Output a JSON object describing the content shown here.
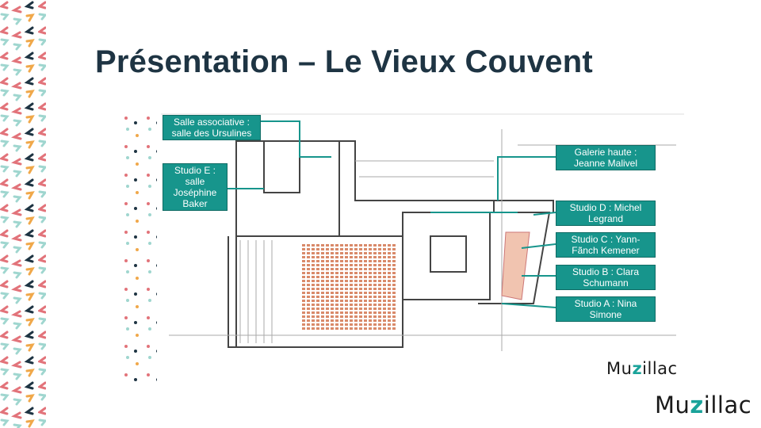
{
  "title": "Présentation – Le Vieux Couvent",
  "labels": {
    "salle_associative": "Salle associative : salle des Ursulines",
    "studio_e": "Studio E : salle Joséphine Baker",
    "galerie": "Galerie haute : Jeanne Malivel",
    "studio_d": "Studio D : Michel Legrand",
    "studio_c": "Studio C : Yann-Fãnch Kemener",
    "studio_b": "Studio B : Clara Schumann",
    "studio_a": "Studio A : Nina Simone"
  },
  "logo": {
    "pre": "Mu",
    "z": "z",
    "post": "illac"
  },
  "colors": {
    "teal": "#17958c",
    "title": "#1e3443",
    "pink": "#e2737a",
    "mint": "#9fd6cf",
    "navy": "#1e3443",
    "orange": "#f0a84a"
  }
}
